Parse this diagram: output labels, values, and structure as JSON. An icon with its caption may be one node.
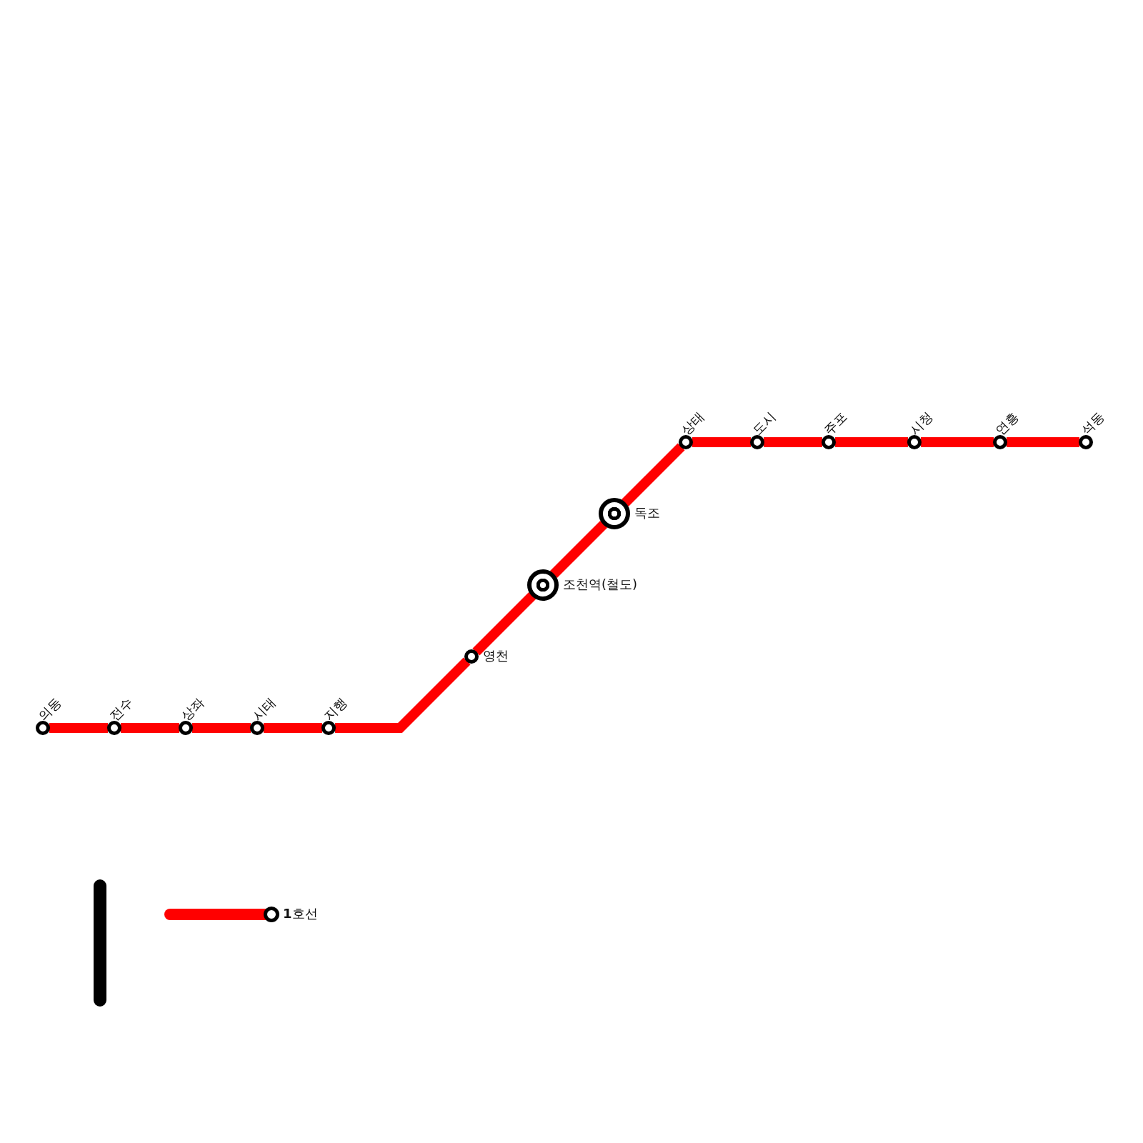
{
  "diagram": {
    "nodes": [
      {
        "text": [
          "의동"
        ]
      },
      {
        "text": [
          "전수"
        ]
      },
      {
        "text": [
          "상좌"
        ]
      },
      {
        "text": [
          "시태"
        ]
      },
      {
        "text": [
          "지행"
        ]
      },
      {
        "text": [
          "영천"
        ]
      },
      {
        "text": [
          "조천역(철도)"
        ]
      },
      {
        "text": [
          "독조"
        ]
      },
      {
        "text": [
          "상태"
        ]
      },
      {
        "text": [
          "도시"
        ]
      },
      {
        "text": [
          "주포"
        ]
      },
      {
        "text": [
          "시청"
        ]
      },
      {
        "text": [
          "연흥"
        ]
      },
      {
        "text": [
          "석동"
        ]
      }
    ],
    "edges": [
      {
        "from": 0,
        "to": 1,
        "arrow": "none"
      },
      {
        "from": 1,
        "to": 2,
        "arrow": "none"
      },
      {
        "from": 2,
        "to": 3,
        "arrow": "none"
      },
      {
        "from": 3,
        "to": 4,
        "arrow": "none"
      },
      {
        "from": 4,
        "to": 5,
        "arrow": "none"
      },
      {
        "from": 5,
        "to": 6,
        "arrow": "none"
      },
      {
        "from": 6,
        "to": 7,
        "arrow": "none"
      },
      {
        "from": 7,
        "to": 8,
        "arrow": "none"
      },
      {
        "from": 8,
        "to": 9,
        "arrow": "none"
      },
      {
        "from": 9,
        "to": 10,
        "arrow": "none"
      },
      {
        "from": 10,
        "to": 11,
        "arrow": "none"
      },
      {
        "from": 11,
        "to": 12,
        "arrow": "none"
      },
      {
        "from": 12,
        "to": 13,
        "arrow": "none"
      }
    ],
    "legend": [
      {
        "text": "**1**호선"
      }
    ]
  }
}
